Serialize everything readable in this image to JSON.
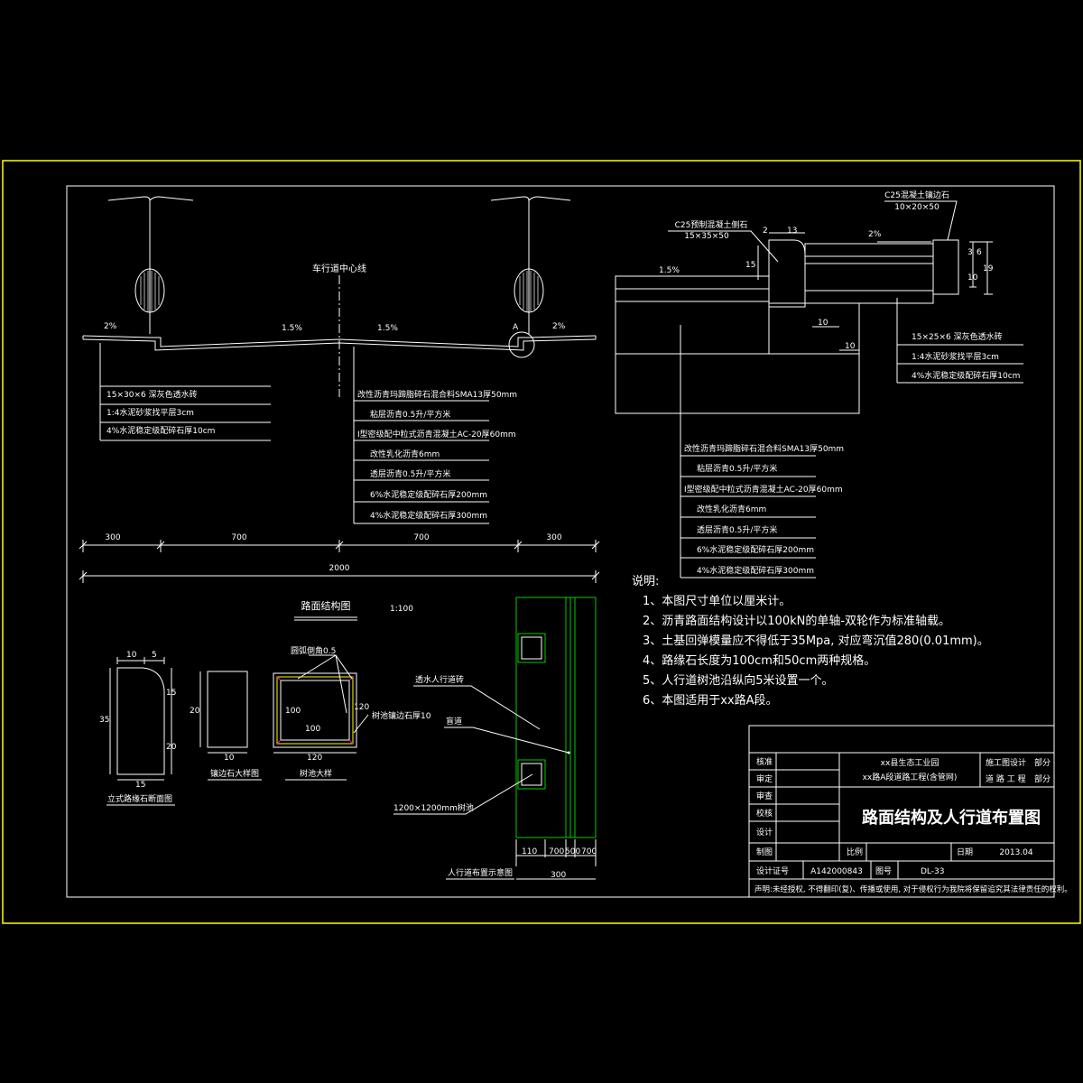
{
  "colors": {
    "background": "#000000",
    "outer_frame": "#ffff00",
    "lines": "#ffffff",
    "sidewalk_pattern": "#00ff00",
    "accent": "#ff00ff"
  },
  "cross_section": {
    "centerline": "车行道中心线",
    "slope_sidewalk": "2%",
    "slope_road": "1.5%",
    "point_a": "A",
    "sidewalk_layers": [
      "15×30×6 深灰色透水砖",
      "1:4水泥砂浆找平层3cm",
      "4%水泥稳定级配碎石厚10cm"
    ],
    "road_layers": [
      "改性沥青玛蹄脂碎石混合料SMA13厚50mm",
      "粘层沥青0.5升/平方米",
      "I型密级配中粒式沥青混凝土AC-20厚60mm",
      "改性乳化沥青6mm",
      "透层沥青0.5升/平方米",
      "6%水泥稳定级配碎石厚200mm",
      "4%水泥稳定级配碎石厚300mm"
    ],
    "dims": [
      "300",
      "700",
      "700",
      "300"
    ],
    "total": "2000",
    "title": "路面结构图",
    "scale": "1:100"
  },
  "detail_a": {
    "curb_label": "C25预制混凝土侧石",
    "curb_size": "15×35×50",
    "edge_label": "C25混凝土镶边石",
    "edge_size": "10×20×50",
    "slope_left": "1.5%",
    "slope_right": "2%",
    "dim_2": "2",
    "dim_13": "13",
    "dim_15": "15",
    "dim_10a": "10",
    "dim_10b": "10",
    "dim_right_3": "3",
    "dim_right_6": "6",
    "dim_right_10": "10",
    "dim_right_19": "19",
    "sidewalk_layers": [
      "15×25×6 深灰色透水砖",
      "1:4水泥砂浆找平层3cm",
      "4%水泥稳定级配碎石厚10cm"
    ],
    "road_layers": [
      "改性沥青玛蹄脂碎石混合料SMA13厚50mm",
      "粘层沥青0.5升/平方米",
      "I型密级配中粒式沥青混凝土AC-20厚60mm",
      "改性乳化沥青6mm",
      "透层沥青0.5升/平方米",
      "6%水泥稳定级配碎石厚200mm",
      "4%水泥稳定级配碎石厚300mm"
    ]
  },
  "notes": {
    "heading": "说明:",
    "items": [
      "1、本图尺寸单位以厘米计。",
      "2、沥青路面结构设计以100kN的单轴-双轮作为标准轴载。",
      "3、土基回弹模量应不得低于35Mpa, 对应弯沉值280(0.01mm)。",
      "4、路缘石长度为100cm和50cm两种规格。",
      "5、人行道树池沿纵向5米设置一个。",
      "6、本图适用于xx路A段。"
    ]
  },
  "curb_detail": {
    "title": "立式路缘石断面图",
    "d_10": "10",
    "d_5": "5",
    "d_35": "35",
    "d_15": "15",
    "d_20": "20",
    "d_15b": "15"
  },
  "edge_detail": {
    "title": "镶边石大样图",
    "d_20": "20",
    "d_10": "10"
  },
  "tree_pit": {
    "title": "树池大样",
    "chamfer": "圆弧倒角0.5",
    "stone": "树池镶边石厚10",
    "d_100": "100",
    "d_120a": "120",
    "d_100b": "100",
    "d_120b": "120"
  },
  "sidewalk_plan": {
    "title": "人行道布置示意图",
    "brick": "透水人行道砖",
    "blind": "盲道",
    "pit": "1200×1200mm树池",
    "dims": [
      "110",
      "700",
      "500",
      "700"
    ],
    "total": "300"
  },
  "title_block": {
    "rows": [
      "核准",
      "审定",
      "审查",
      "校核",
      "设计",
      "制图"
    ],
    "company": "xx县生态工业园",
    "project": "xx路A段道路工程(含管网)",
    "stage_1": "施工图设计",
    "stage_1b": "部分",
    "stage_2": "道 路 工 程",
    "stage_2b": "部分",
    "drawing_title": "路面结构及人行道布置图",
    "scale_label": "比例",
    "date_label": "日期",
    "date": "2013.04",
    "cert_label": "设计证号",
    "cert": "A142000843",
    "sheet_label": "图号",
    "sheet": "DL-33",
    "declaration": "声明:未经授权, 不得翻印(复)、传播或使用, 对于侵权行为我院将保留追究其法律责任的权利。"
  }
}
